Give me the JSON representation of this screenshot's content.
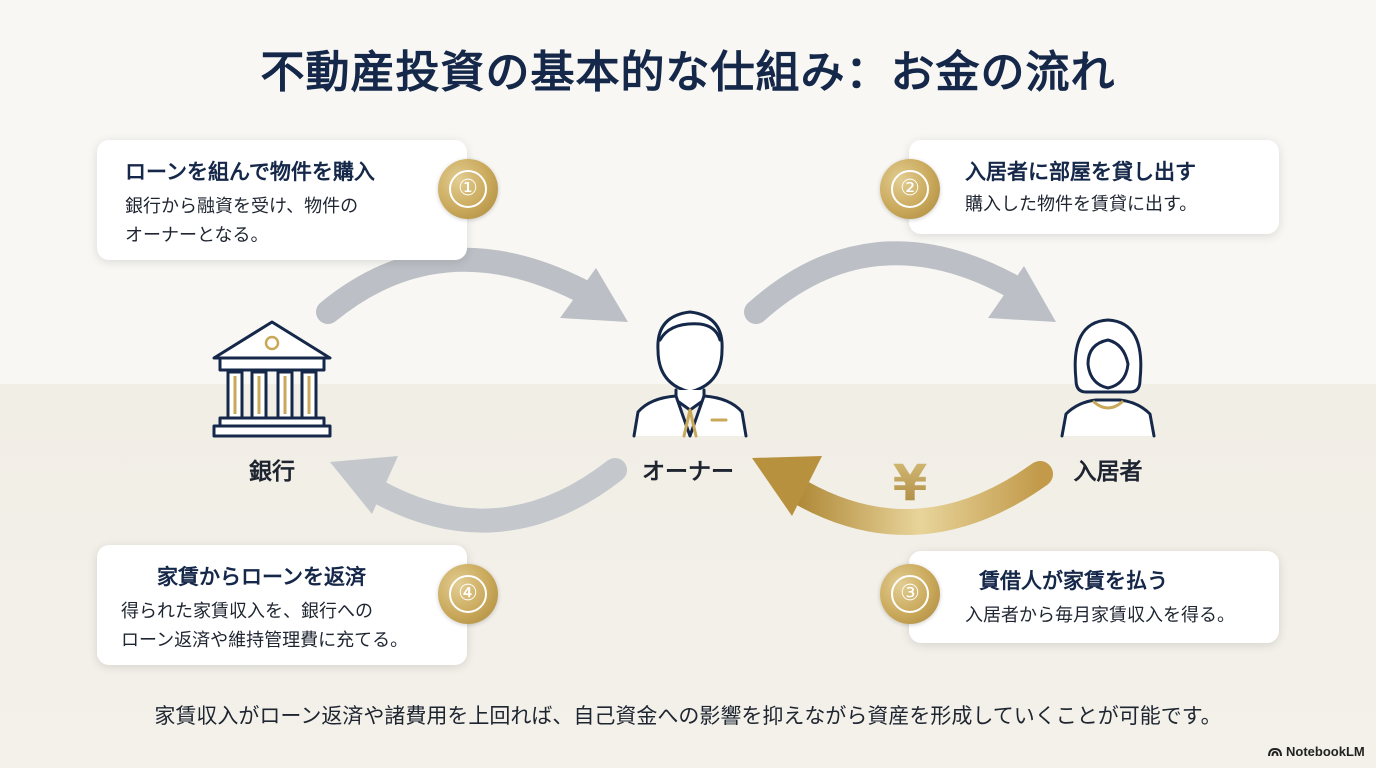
{
  "title": "不動産投資の基本的な仕組み：お金の流れ",
  "actors": {
    "bank": "銀行",
    "owner": "オーナー",
    "tenant": "入居者"
  },
  "steps": [
    {
      "number": "①",
      "title": "ローンを組んで物件を購入",
      "desc_line1": "銀行から融資を受け、物件の",
      "desc_line2": "オーナーとなる。"
    },
    {
      "number": "②",
      "title": "入居者に部屋を貸し出す",
      "desc_line1": "購入した物件を賃貸に出す。",
      "desc_line2": ""
    },
    {
      "number": "③",
      "title": "賃借人が家賃を払う",
      "desc_line1": "入居者から毎月家賃収入を得る。",
      "desc_line2": ""
    },
    {
      "number": "④",
      "title": "家賃からローンを返済",
      "desc_line1": "得られた家賃収入を、銀行への",
      "desc_line2": "ローン返済や維持管理費に充てる。"
    }
  ],
  "yen_symbol": "¥",
  "footnote": "家賃収入がローン返済や諸費用を上回れば、自己資金への影響を抑えながら資産を形成していくことが可能です。",
  "brand": "NotebookLM",
  "icons": [
    "bank-icon",
    "owner-icon",
    "tenant-icon",
    "notebooklm-logo-icon"
  ],
  "colors": {
    "navy": "#15284a",
    "gold": "#c9a85a",
    "gray_arrow": "#bcc0c6",
    "background": "#f8f7f3"
  }
}
